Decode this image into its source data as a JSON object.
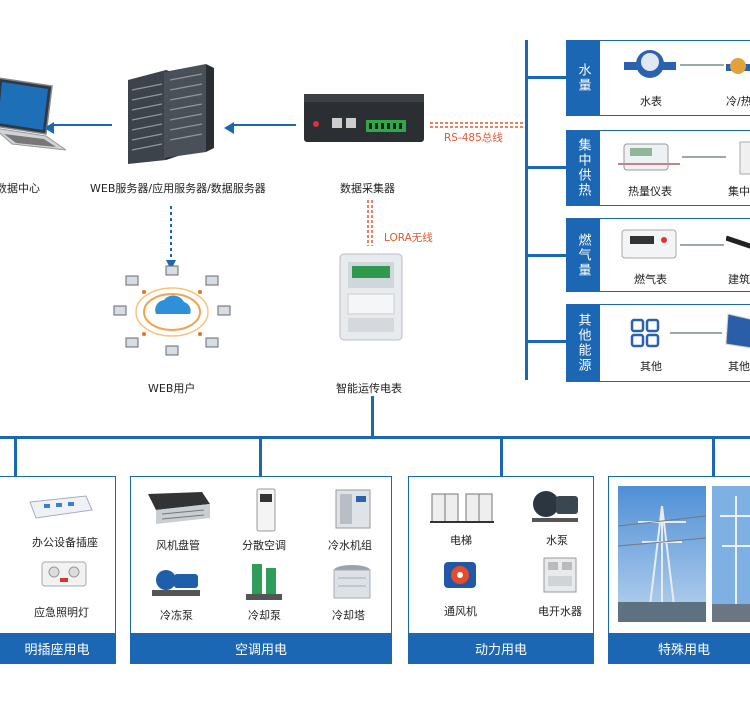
{
  "top": {
    "data_center": "数据中心",
    "servers": "WEB服务器/应用服务器/数据服务器",
    "collector": "数据采集器",
    "rs485": "RS-485总线",
    "lora": "LORA无线",
    "web_users": "WEB用户",
    "smart_meter": "智能运传电表"
  },
  "energy": [
    {
      "label": "水量",
      "item1": "水表",
      "item2": "冷/热"
    },
    {
      "label": "集中供热",
      "item1": "热量仪表",
      "item2": "集中"
    },
    {
      "label": "燃气量",
      "item1": "燃气表",
      "item2": "建筑"
    },
    {
      "label": "其他能源",
      "item1": "其他",
      "item2": "其他"
    }
  ],
  "categories": {
    "lighting": {
      "title": "明插座用电",
      "items": [
        "办公设备插座",
        "应急照明灯"
      ]
    },
    "hvac": {
      "title": "空调用电",
      "items": [
        "风机盘管",
        "分散空调",
        "冷水机组",
        "冷冻泵",
        "冷却泵",
        "冷却塔"
      ]
    },
    "power": {
      "title": "动力用电",
      "items": [
        "电梯",
        "水泵",
        "通风机",
        "电开水器"
      ]
    },
    "special": {
      "title": "特殊用电"
    }
  },
  "colors": {
    "primary": "#1b67b3",
    "accent": "#e2582f"
  }
}
